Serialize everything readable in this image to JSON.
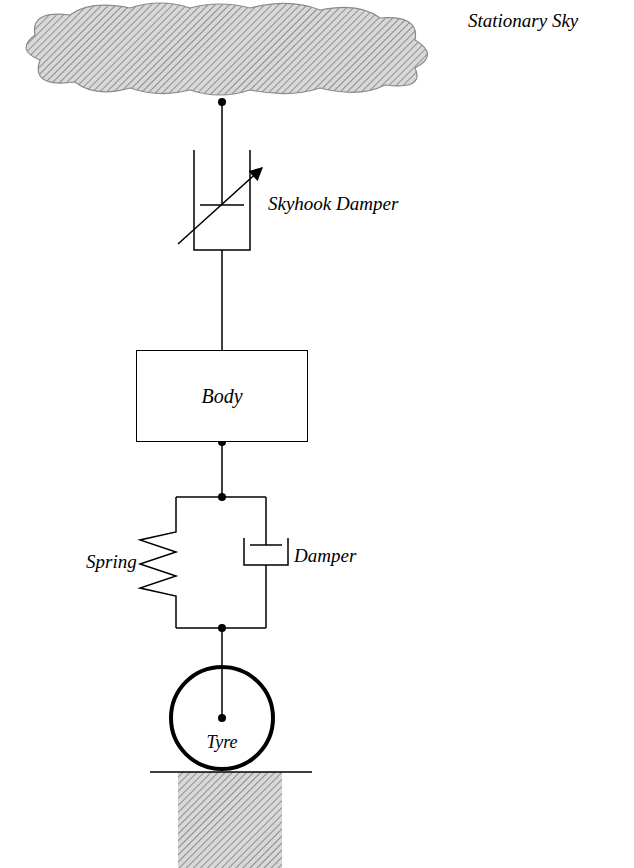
{
  "diagram": {
    "nodes": [
      {
        "text": [
          "Body"
        ]
      },
      {
        "text": [
          "Tyre"
        ]
      }
    ],
    "edges": [
      {
        "from": 0,
        "to": 1,
        "arrow": "none"
      }
    ],
    "labels": [
      "Stationary Sky",
      "Skyhook Damper",
      "Spring",
      "Damper"
    ]
  }
}
